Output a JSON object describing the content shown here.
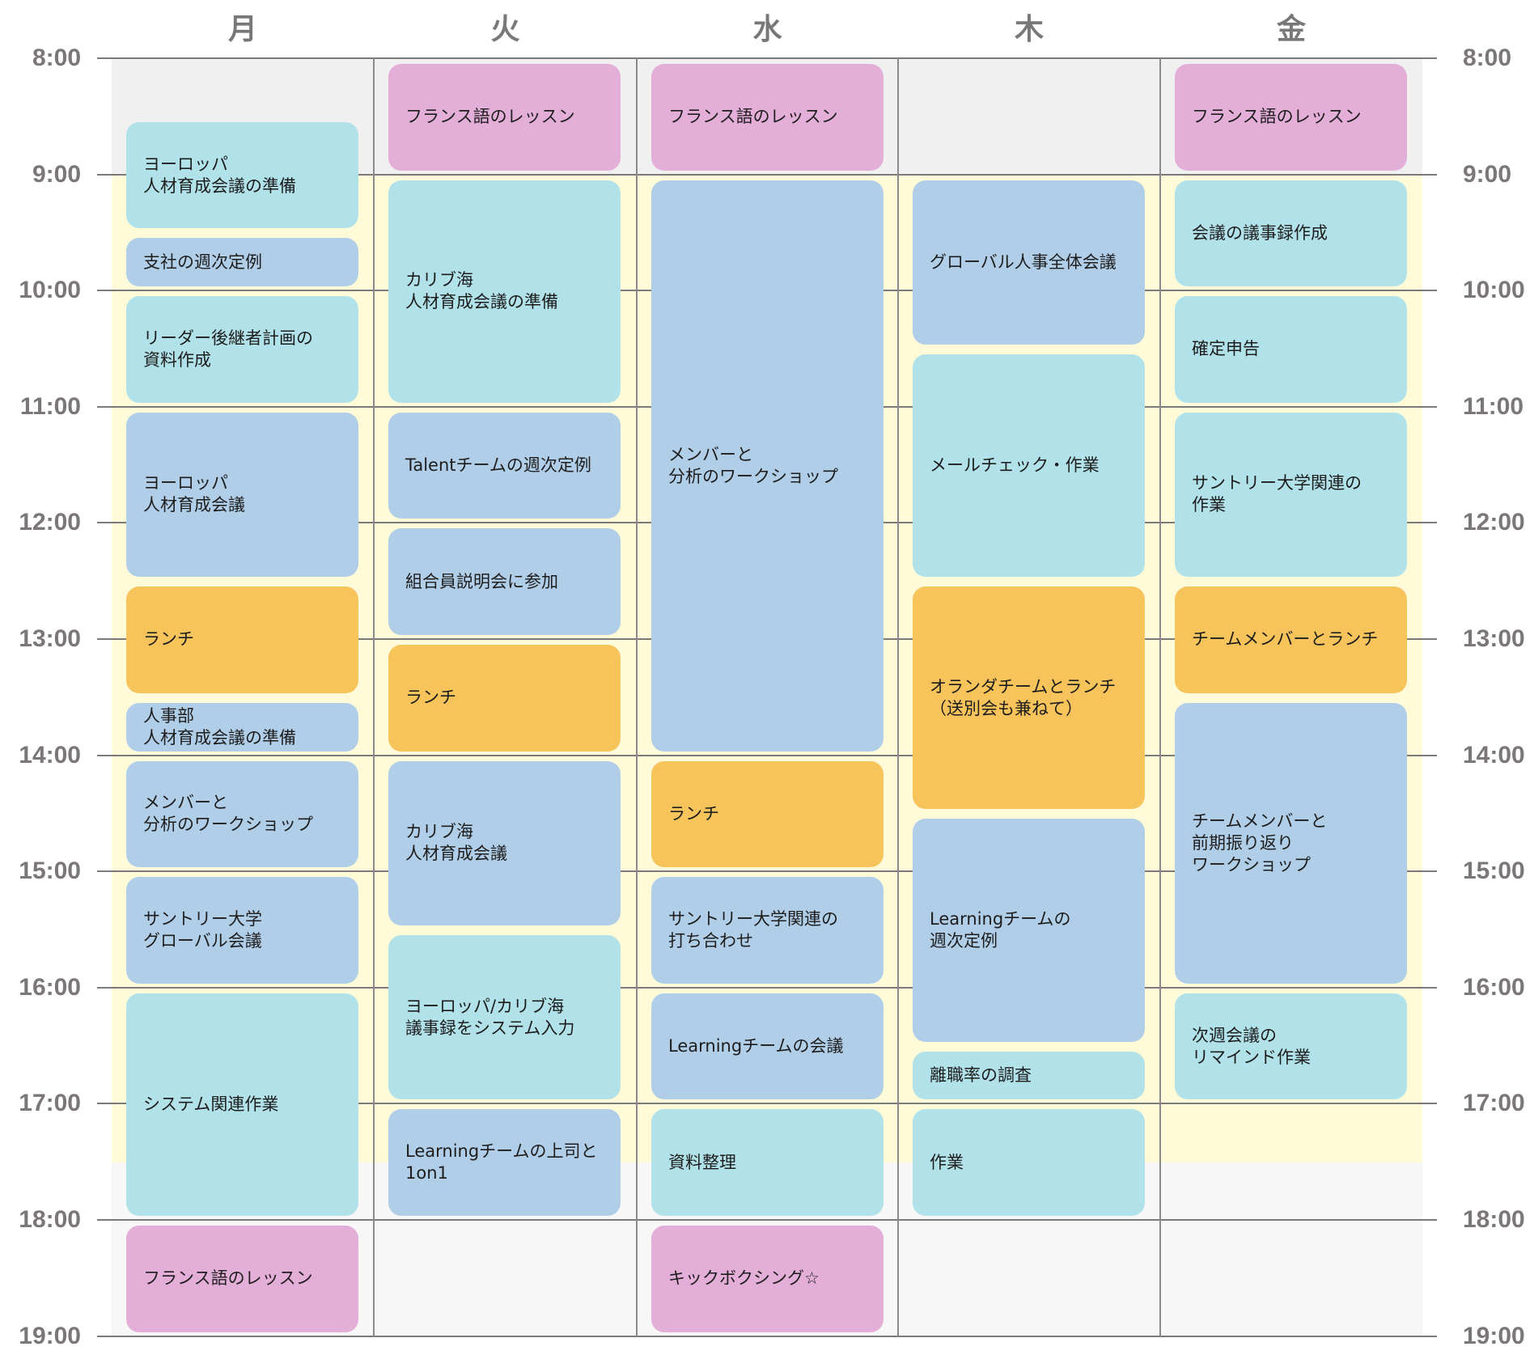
{
  "days": [
    "月",
    "火",
    "水",
    "木",
    "金"
  ],
  "times": [
    "8:00",
    "9:00",
    "10:00",
    "11:00",
    "12:00",
    "13:00",
    "14:00",
    "15:00",
    "16:00",
    "17:00",
    "18:00",
    "19:00"
  ],
  "colors": {
    "teal": "#b2e2e9",
    "blue": "#b1cee8",
    "orange": "#f7c35b",
    "pink": "#e3aed8",
    "early_bg": "#f0f0f0",
    "work_bg": "#fffbd8",
    "late_bg": "#f7f7f7"
  },
  "events": {
    "mon": [
      {
        "title": "ヨーロッパ\n人材育成会議の準備",
        "start": "8:30",
        "end": "9:30",
        "color": "teal"
      },
      {
        "title": "支社の週次定例",
        "start": "9:30",
        "end": "10:00",
        "color": "blue"
      },
      {
        "title": "リーダー後継者計画の\n資料作成",
        "start": "10:00",
        "end": "11:00",
        "color": "teal"
      },
      {
        "title": "ヨーロッパ\n人材育成会議",
        "start": "11:00",
        "end": "12:30",
        "color": "blue"
      },
      {
        "title": "ランチ",
        "start": "12:30",
        "end": "13:30",
        "color": "orange"
      },
      {
        "title": "人事部\n人材育成会議の準備",
        "start": "13:30",
        "end": "14:00",
        "color": "blue"
      },
      {
        "title": "メンバーと\n分析のワークショップ",
        "start": "14:00",
        "end": "15:00",
        "color": "blue"
      },
      {
        "title": "サントリー大学\nグローバル会議",
        "start": "15:00",
        "end": "16:00",
        "color": "blue"
      },
      {
        "title": "システム関連作業",
        "start": "16:00",
        "end": "18:00",
        "color": "teal"
      },
      {
        "title": "フランス語のレッスン",
        "start": "18:00",
        "end": "19:00",
        "color": "pink"
      }
    ],
    "tue": [
      {
        "title": "フランス語のレッスン",
        "start": "8:00",
        "end": "9:00",
        "color": "pink"
      },
      {
        "title": "カリブ海\n人材育成会議の準備",
        "start": "9:00",
        "end": "11:00",
        "color": "teal"
      },
      {
        "title": "Talentチームの週次定例",
        "start": "11:00",
        "end": "12:00",
        "color": "blue"
      },
      {
        "title": "組合員説明会に参加",
        "start": "12:00",
        "end": "13:00",
        "color": "blue"
      },
      {
        "title": "ランチ",
        "start": "13:00",
        "end": "14:00",
        "color": "orange"
      },
      {
        "title": "カリブ海\n人材育成会議",
        "start": "14:00",
        "end": "15:30",
        "color": "blue"
      },
      {
        "title": "ヨーロッパ/カリブ海\n議事録をシステム入力",
        "start": "15:30",
        "end": "17:00",
        "color": "teal"
      },
      {
        "title": "Learningチームの上司と\n1on1",
        "start": "17:00",
        "end": "18:00",
        "color": "blue"
      }
    ],
    "wed": [
      {
        "title": "フランス語のレッスン",
        "start": "8:00",
        "end": "9:00",
        "color": "pink"
      },
      {
        "title": "メンバーと\n分析のワークショップ",
        "start": "9:00",
        "end": "14:00",
        "color": "blue"
      },
      {
        "title": "ランチ",
        "start": "14:00",
        "end": "15:00",
        "color": "orange"
      },
      {
        "title": "サントリー大学関連の\n打ち合わせ",
        "start": "15:00",
        "end": "16:00",
        "color": "blue"
      },
      {
        "title": "Learningチームの会議",
        "start": "16:00",
        "end": "17:00",
        "color": "blue"
      },
      {
        "title": "資料整理",
        "start": "17:00",
        "end": "18:00",
        "color": "teal"
      },
      {
        "title": "キックボクシング☆",
        "start": "18:00",
        "end": "19:00",
        "color": "pink"
      }
    ],
    "thu": [
      {
        "title": "グローバル人事全体会議",
        "start": "9:00",
        "end": "10:30",
        "color": "blue"
      },
      {
        "title": "メールチェック・作業",
        "start": "10:30",
        "end": "12:30",
        "color": "teal"
      },
      {
        "title": "オランダチームとランチ\n（送別会も兼ねて）",
        "start": "12:30",
        "end": "14:30",
        "color": "orange"
      },
      {
        "title": "Learningチームの\n週次定例",
        "start": "14:30",
        "end": "16:30",
        "color": "blue"
      },
      {
        "title": "離職率の調査",
        "start": "16:30",
        "end": "17:00",
        "color": "teal"
      },
      {
        "title": "作業",
        "start": "17:00",
        "end": "18:00",
        "color": "teal"
      }
    ],
    "fri": [
      {
        "title": "フランス語のレッスン",
        "start": "8:00",
        "end": "9:00",
        "color": "pink"
      },
      {
        "title": "会議の議事録作成",
        "start": "9:00",
        "end": "10:00",
        "color": "teal"
      },
      {
        "title": "確定申告",
        "start": "10:00",
        "end": "11:00",
        "color": "teal"
      },
      {
        "title": "サントリー大学関連の\n作業",
        "start": "11:00",
        "end": "12:30",
        "color": "teal"
      },
      {
        "title": "チームメンバーとランチ",
        "start": "12:30",
        "end": "13:30",
        "color": "orange"
      },
      {
        "title": "チームメンバーと\n前期振り返り\nワークショップ",
        "start": "13:30",
        "end": "16:00",
        "color": "blue"
      },
      {
        "title": "次週会議の\nリマインド作業",
        "start": "16:00",
        "end": "17:00",
        "color": "teal"
      }
    ]
  }
}
